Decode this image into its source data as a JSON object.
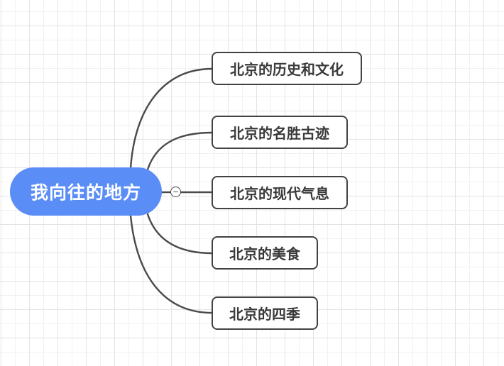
{
  "mindmap": {
    "root": {
      "label": "我向往的地方",
      "fill_color": "#5A8DF6",
      "text_color": "#FFFFFF"
    },
    "children": [
      {
        "label": "北京的历史和文化"
      },
      {
        "label": "北京的名胜古迹"
      },
      {
        "label": "北京的现代气息"
      },
      {
        "label": "北京的美食"
      },
      {
        "label": "北京的四季"
      }
    ],
    "collapse_button": {
      "symbol": "−"
    },
    "style": {
      "child_border_color": "#424242",
      "child_fill_color": "#FFFFFF",
      "child_text_color": "#3A3A3A",
      "connector_color": "#4A4A4A",
      "grid_minor_color": "#F1F1F1",
      "grid_major_color": "#E4E4E4",
      "canvas_background": "#FFFFFF"
    }
  }
}
